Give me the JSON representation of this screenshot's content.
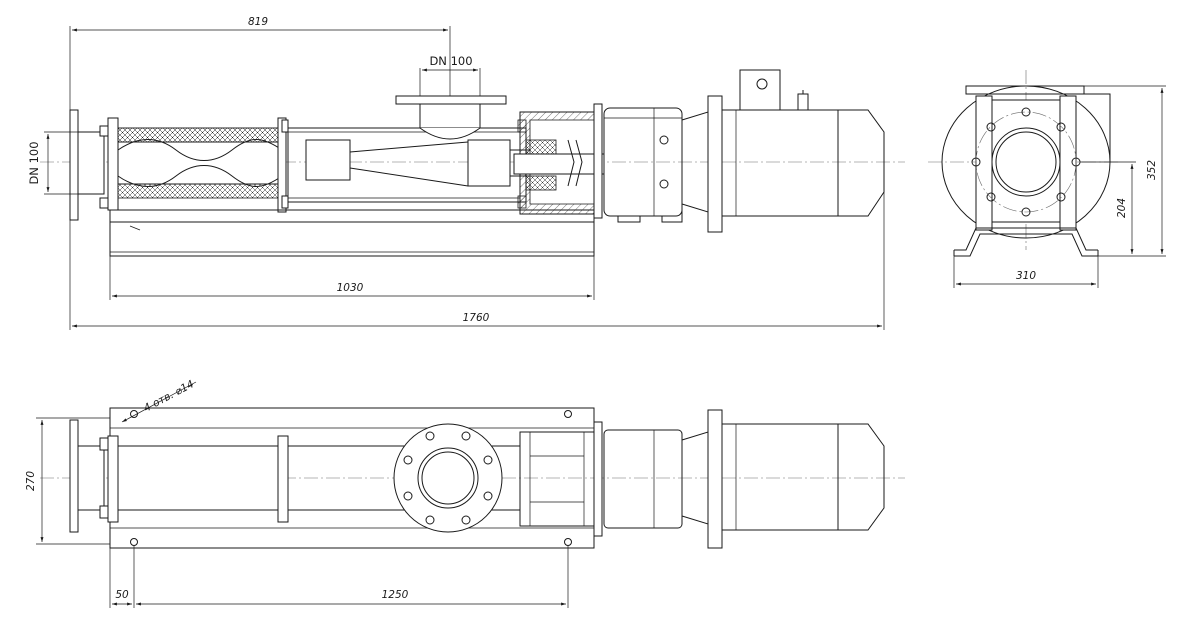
{
  "drawing": {
    "front_view": {
      "inlet_label": "DN 100",
      "outlet_label": "DN 100",
      "dim_shaft_to_outlet": "819",
      "dim_base_length": "1030",
      "dim_overall_length": "1760"
    },
    "end_view": {
      "dim_total_height": "352",
      "dim_axis_height": "204",
      "dim_base_width": "310"
    },
    "plan_view": {
      "hole_callout": "4 отв. ⌀14",
      "dim_frame_width": "270",
      "dim_hole_offset": "50",
      "dim_hole_spacing": "1250"
    }
  },
  "colors": {
    "line": "#1a1a1a",
    "centerline": "#6a6a6a",
    "background": "#ffffff"
  }
}
